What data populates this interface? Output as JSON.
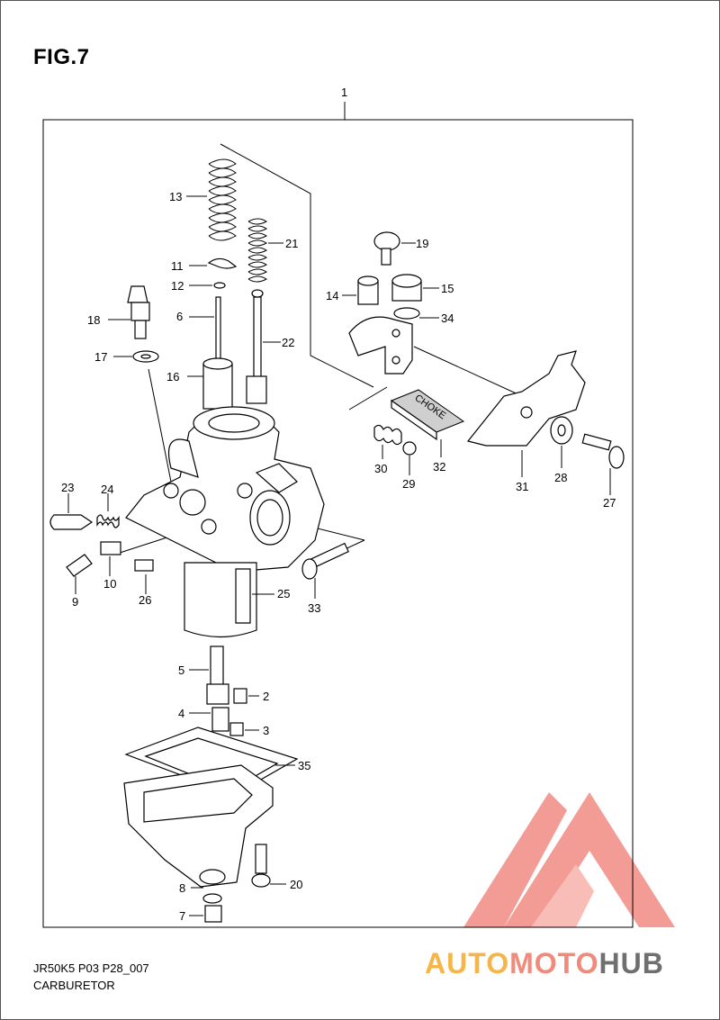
{
  "figure": {
    "title": "FIG.7",
    "code": "JR50K5 P03 P28_007",
    "name": "CARBURETOR"
  },
  "watermark": {
    "part1": "AUTO",
    "part2": "MOTO",
    "part3": "HUB",
    "colors": {
      "auto": "#f5b54a",
      "moto": "#f08a7a",
      "hub": "#6f6f6f",
      "logo": "#f07a72"
    }
  },
  "choke_plate_text": "CHOKE",
  "callouts": [
    "1",
    "2",
    "3",
    "4",
    "5",
    "6",
    "7",
    "8",
    "9",
    "10",
    "11",
    "12",
    "13",
    "14",
    "15",
    "16",
    "17",
    "18",
    "19",
    "20",
    "21",
    "22",
    "23",
    "24",
    "25",
    "26",
    "27",
    "28",
    "29",
    "30",
    "31",
    "32",
    "33",
    "34",
    "35"
  ]
}
